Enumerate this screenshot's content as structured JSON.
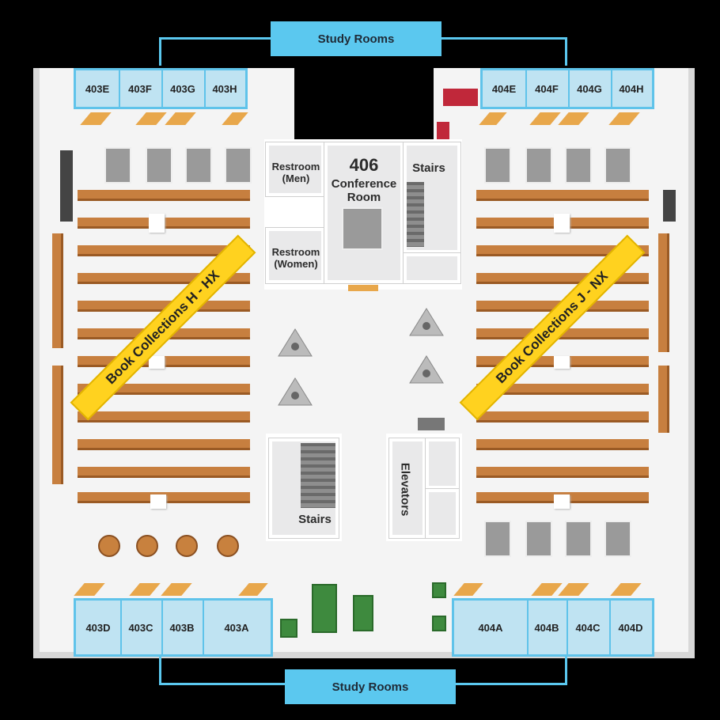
{
  "study_rooms": {
    "top_label": "Study Rooms",
    "bottom_label": "Study Rooms",
    "top_left": [
      "403E",
      "403F",
      "403G",
      "403H"
    ],
    "top_right": [
      "404E",
      "404F",
      "404G",
      "404H"
    ],
    "bottom_left": [
      "403D",
      "403C",
      "403B",
      "403A"
    ],
    "bottom_right": [
      "404A",
      "404B",
      "404C",
      "404D"
    ]
  },
  "rooms": {
    "restroom_men": "Restroom (Men)",
    "restroom_women": "Restroom (Women)",
    "conference_number": "406",
    "conference_name": "Conference Room",
    "stairs_top": "Stairs",
    "stairs_bottom": "Stairs",
    "elevators": "Elevators"
  },
  "collections": {
    "left": "Book Collections H - HX",
    "right": "Book Collections J - NX"
  },
  "colors": {
    "study_room_blue": "#5bc8ef",
    "banner_yellow": "#ffd21f",
    "shelf_wood": "#c77f3f",
    "floor": "#f4f4f4"
  }
}
